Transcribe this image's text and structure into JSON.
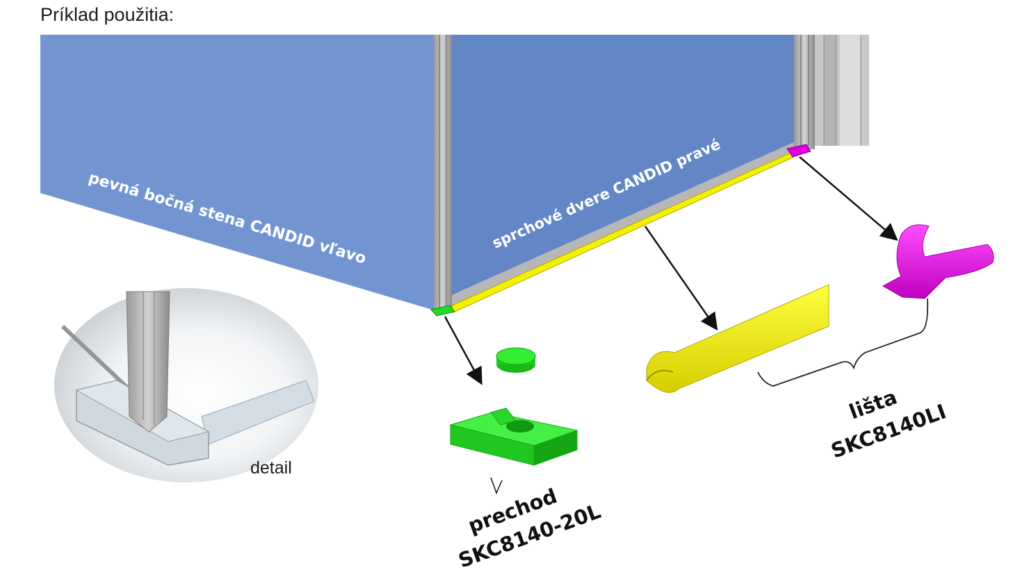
{
  "title": "Príklad použitia:",
  "labels": {
    "side_wall": "pevná bočná stena CANDID vľavo",
    "door": "sprchové dvere CANDID pravé",
    "detail": "detail",
    "transition_name": "prechod",
    "transition_code": "SKC8140-20L",
    "rail_name": "lišta",
    "rail_code": "SKC8140LI"
  },
  "colors": {
    "wall": "#7295d2",
    "door_glass": "#6386c6",
    "frame": "#a6a6a6",
    "rail_yellow": "#f4f000",
    "transition_green": "#22dd22",
    "end_cap_magenta": "#e000e0",
    "arrow": "#111111"
  }
}
